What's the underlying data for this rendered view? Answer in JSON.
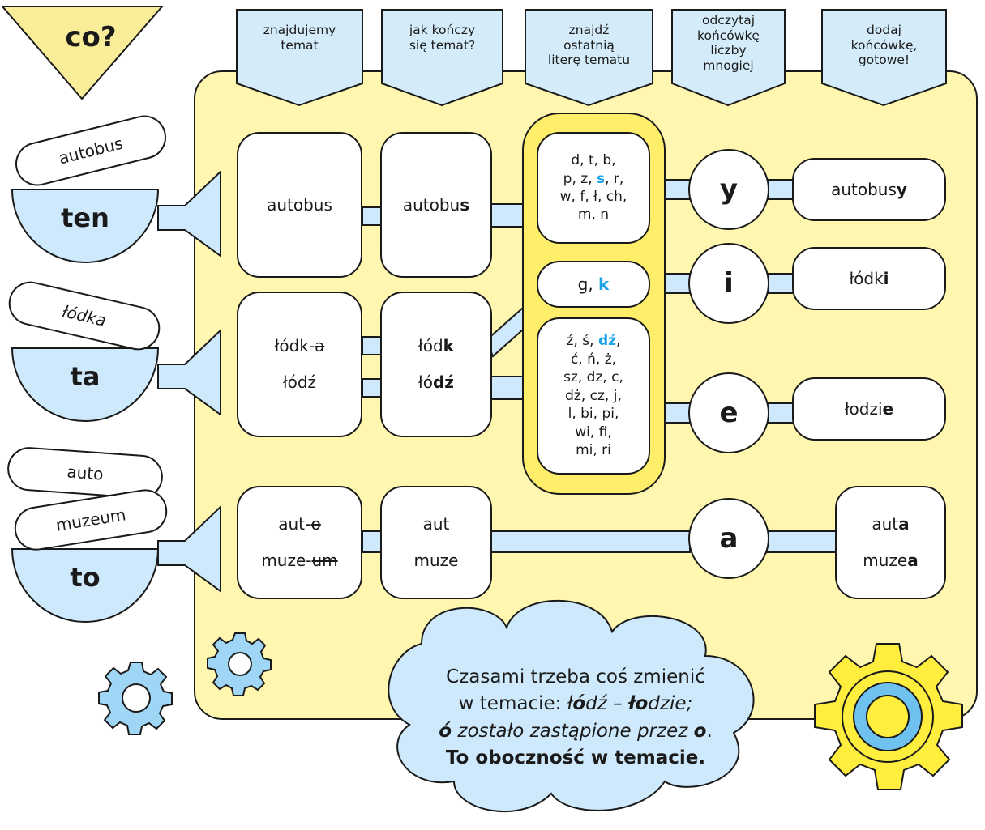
{
  "question": "co?",
  "headers": [
    {
      "lines": [
        "znajdujemy",
        "temat"
      ]
    },
    {
      "lines": [
        "jak kończy",
        "się temat?"
      ]
    },
    {
      "lines": [
        "znajdź",
        "ostatnią",
        "literę tematu"
      ]
    },
    {
      "lines": [
        "odczytaj",
        "końcówkę",
        "liczby",
        "mnogiej"
      ]
    },
    {
      "lines": [
        "dodaj",
        "końcówkę,",
        "gotowe!"
      ]
    }
  ],
  "pronouns": {
    "masculine": "ten",
    "feminine": "ta",
    "neuter": "to"
  },
  "word_cards": {
    "ten": "autobus",
    "ta": "łódka",
    "to_top": "auto",
    "to_bottom": "muzeum"
  },
  "rows": {
    "row1": {
      "stem": "autobus",
      "ending_plain": "autobu",
      "ending_bold": "s",
      "letters_before": "d, t, b,",
      "letters_line2_a": "p, z, ",
      "letters_line2_hl": "s",
      "letters_line2_b": ", r,",
      "letters_line3": "w, f, ł, ch,",
      "letters_line4": "m, n",
      "suffix": "y",
      "result_plain": "autobus",
      "result_bold": "y"
    },
    "row2": {
      "letters_plain": "g, ",
      "letters_hl": "k",
      "suffix": "i",
      "result_plain": "łódk",
      "result_bold": "i"
    },
    "row3": {
      "stem1_plain": "łódk-",
      "stem1_struck": "a",
      "stem2": "łódź",
      "end1_plain": "łód",
      "end1_bold": "k",
      "end2_plain": "łó",
      "end2_bold": "dź",
      "letters_l1_a": "ź, ś, ",
      "letters_l1_hl": "dź",
      "letters_l1_b": ",",
      "letters_l2": "ć, ń, ż,",
      "letters_l3": "sz, dz, c,",
      "letters_l4": "dż, cz, j,",
      "letters_l5": "l, bi, pi,",
      "letters_l6": "wi, fi,",
      "letters_l7": "mi, ri",
      "suffix": "e",
      "result_plain": "łodzi",
      "result_bold": "e"
    },
    "row4": {
      "stem1_plain": "aut-",
      "stem1_struck": "o",
      "stem2_plain": "muze-",
      "stem2_struck": "um",
      "end1": "aut",
      "end2": "muze",
      "suffix": "a",
      "result1_plain": "aut",
      "result1_bold": "a",
      "result2_plain": "muze",
      "result2_bold": "a"
    }
  },
  "cloud": {
    "line1": "Czasami trzeba coś zmienić",
    "line2_plain": "w temacie: ",
    "line2_it1a": "ł",
    "line2_bi1": "ó",
    "line2_it1b": "dź – ",
    "line2_bi2": "ło",
    "line2_it2": "dzie;",
    "line3_bi1": "ó",
    "line3_it": " zostało zastąpione przez ",
    "line3_bi2": "o",
    "line3_end": ".",
    "line4": "To oboczność w temacie."
  },
  "colors": {
    "board": "#fff6b0",
    "header": "#d4ecfa",
    "bowl": "#cde9fb",
    "gear_blue": "#9fd6f5",
    "gear_yellow": "#ffee3d",
    "highlight": "#1aa3e8",
    "triangle": "#f9ed9a"
  }
}
